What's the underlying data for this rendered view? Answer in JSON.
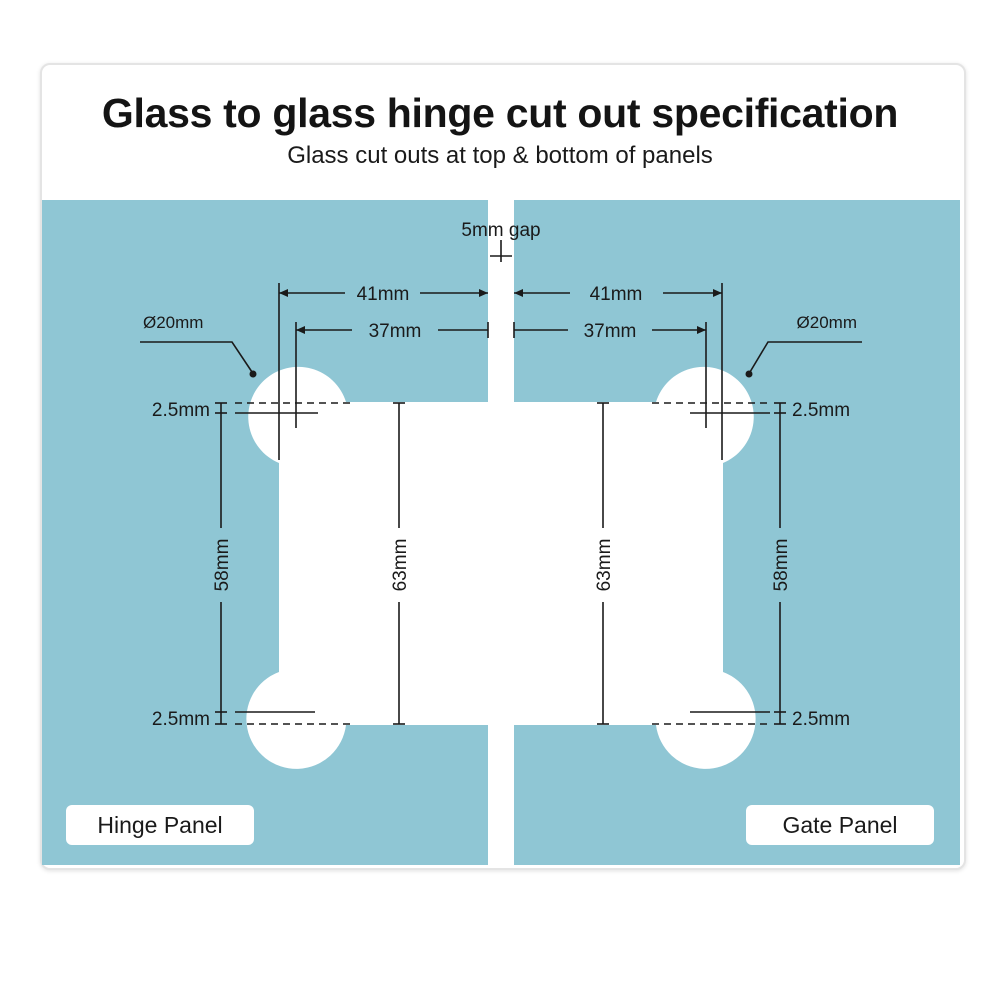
{
  "header": {
    "title": "Glass to glass hinge cut out specification",
    "subtitle": "Glass cut outs at top & bottom of panels"
  },
  "colors": {
    "glass": "#8fc6d4",
    "cutout": "#ffffff",
    "line": "#1a1a1a"
  },
  "dimensions": {
    "gap": "5mm gap",
    "left_41": "41mm",
    "left_37": "37mm",
    "right_41": "41mm",
    "right_37": "37mm",
    "left_diameter": "Ø20mm",
    "right_diameter": "Ø20mm",
    "left_top_offset": "2.5mm",
    "left_bottom_offset": "2.5mm",
    "right_top_offset": "2.5mm",
    "right_bottom_offset": "2.5mm",
    "left_58": "58mm",
    "right_58": "58mm",
    "left_63": "63mm",
    "right_63": "63mm"
  },
  "panels": {
    "left": "Hinge Panel",
    "right": "Gate Panel"
  }
}
